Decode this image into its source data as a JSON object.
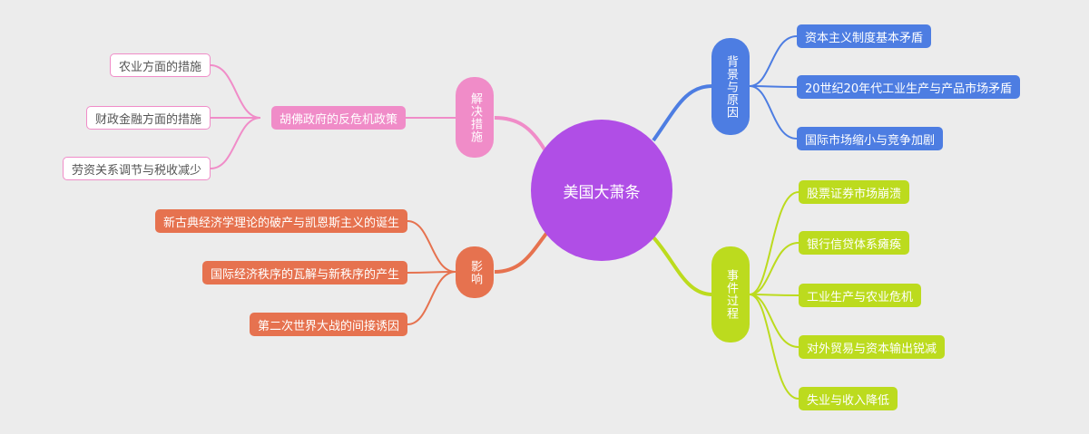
{
  "center": {
    "label": "美国大萧条"
  },
  "colors": {
    "center": "#b04ee6",
    "background": "#4d7de2",
    "events": "#bcdb1e",
    "impact": "#e6724f",
    "solution": "#f08cc8"
  },
  "branches": {
    "background": {
      "label": "背景与原因",
      "items": [
        "资本主义制度基本矛盾",
        "20世纪20年代工业生产与产品市场矛盾",
        "国际市场缩小与竞争加剧"
      ]
    },
    "events": {
      "label": "事件过程",
      "items": [
        "股票证券市场崩溃",
        "银行信贷体系瘫痪",
        "工业生产与农业危机",
        "对外贸易与资本输出锐减",
        "失业与收入降低"
      ]
    },
    "impact": {
      "label": "影响",
      "items": [
        "新古典经济学理论的破产与凯恩斯主义的诞生",
        "国际经济秩序的瓦解与新秩序的产生",
        "第二次世界大战的间接诱因"
      ]
    },
    "solution": {
      "label": "解决措施",
      "sub": {
        "label": "胡佛政府的反危机政策",
        "items": [
          "农业方面的措施",
          "财政金融方面的措施",
          "劳资关系调节与税收减少"
        ]
      }
    }
  }
}
